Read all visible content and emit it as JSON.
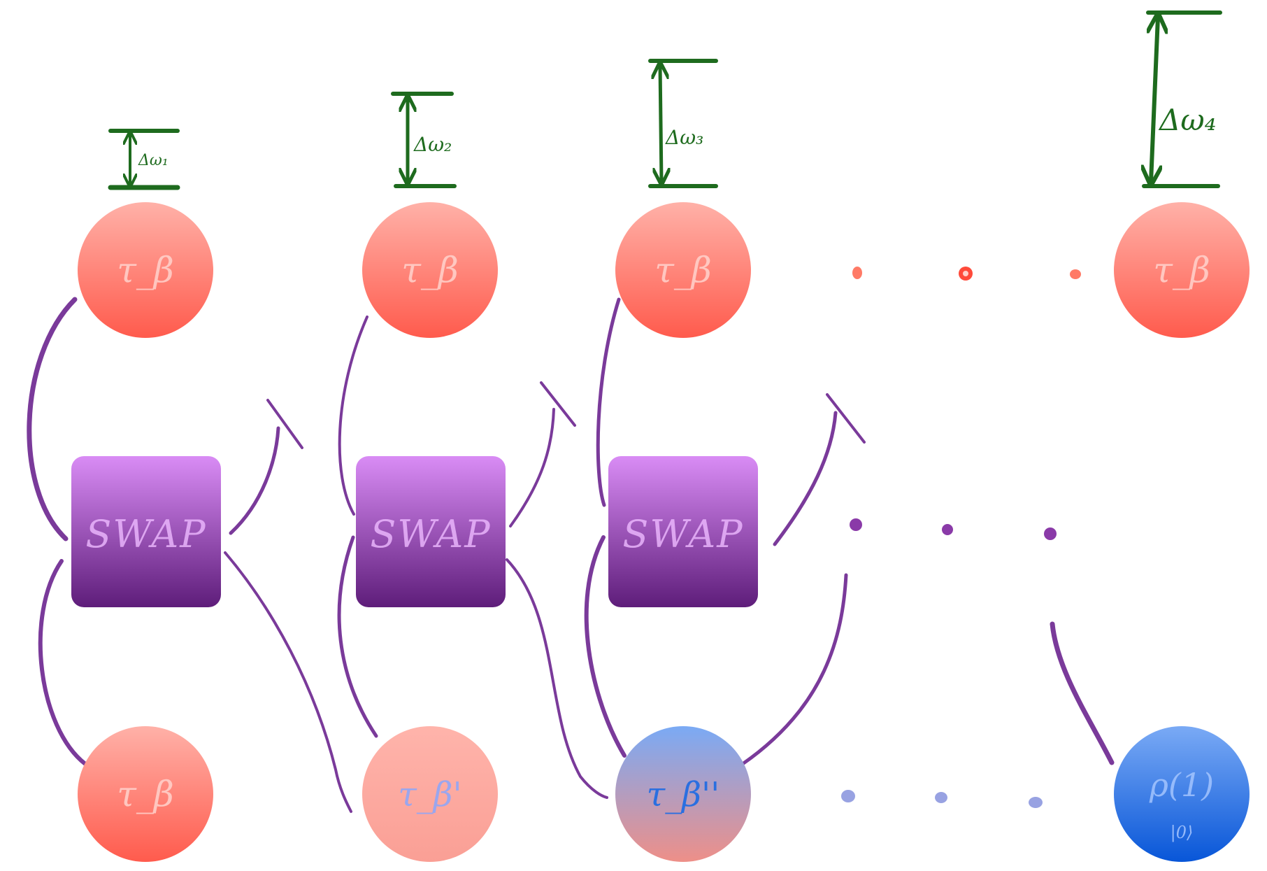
{
  "colors": {
    "green": "#1e6b1e",
    "purple": "#7a3a9a",
    "red_top": "#ffb1a8",
    "red_bottom": "#ff5b4d",
    "swap_top": "#d98cf5",
    "swap_bottom": "#5e1d7a",
    "blue_top": "#7aaaf5",
    "blue_bottom": "#0856d8",
    "mixed_bottom": "#ee8f88"
  },
  "gaps": [
    {
      "label": "Δω₁"
    },
    {
      "label": "Δω₂"
    },
    {
      "label": "Δω₃"
    },
    {
      "label": "Δω₄"
    }
  ],
  "top_nodes": [
    {
      "label": "τ_β"
    },
    {
      "label": "τ_β"
    },
    {
      "label": "τ_β"
    },
    {
      "label": "τ_β"
    }
  ],
  "swaps": [
    {
      "label": "SWAP"
    },
    {
      "label": "SWAP"
    },
    {
      "label": "SWAP"
    }
  ],
  "bottom_nodes": [
    {
      "label": "τ_β"
    },
    {
      "label": "τ_β'"
    },
    {
      "label": "τ_β''"
    },
    {
      "label": "ρ(1)",
      "sublabel": "|0⟩"
    }
  ]
}
